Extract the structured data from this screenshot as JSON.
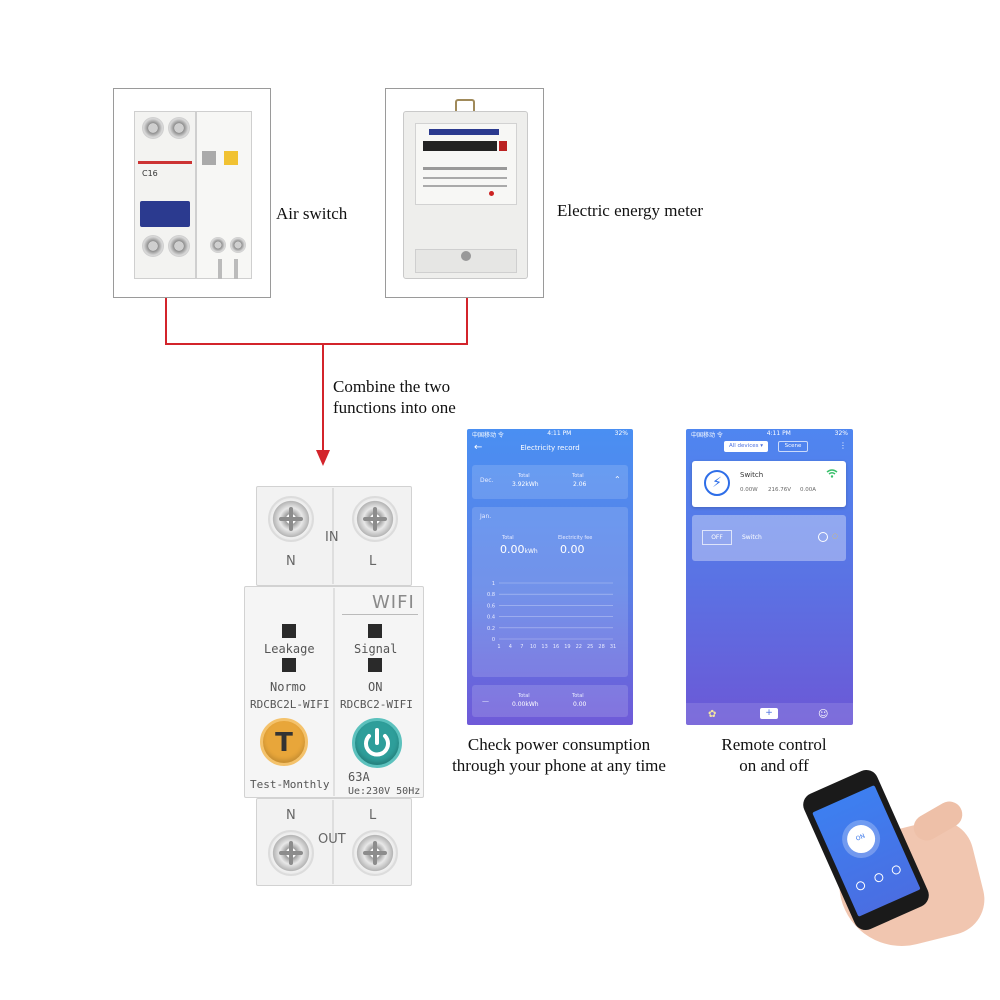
{
  "captions": {
    "air_switch": "Air switch",
    "meter": "Electric energy meter",
    "combine_line1": "Combine the two",
    "combine_line2": "functions into one",
    "consumption_line1": "Check power consumption",
    "consumption_line2": "through your phone at any time",
    "remote_line1": "Remote control",
    "remote_line2": "on and off"
  },
  "air_switch_device": {
    "rating": "C16"
  },
  "breaker": {
    "in_label": "IN",
    "out_label": "OUT",
    "n_label": "N",
    "l_label": "L",
    "wifi_label": "WIFI",
    "leakage_label": "Leakage",
    "signal_label": "Signal",
    "normo_label": "Normo",
    "on_label": "ON",
    "model_left": "RDCBC2L-WIFI",
    "model_right": "RDCBC2-WIFI",
    "test_button_letter": "T",
    "test_label": "Test-Monthly",
    "current_rating": "63A",
    "voltage_rating": "Ue:230V 50Hz"
  },
  "phone_record": {
    "status_left": "中国移动 令",
    "status_time": "4:11 PM",
    "status_right": "32%",
    "title": "Electricity record",
    "month_top": "Dec.",
    "total_label": "Total",
    "dec_kwh": "3.92kWh",
    "dec_cost": "2.06",
    "month_mid": "Jan.",
    "jan_total_label": "Total",
    "jan_fee_label": "Electricity fee",
    "jan_kwh": "0.00",
    "kwh_unit": "kWh",
    "jan_fee": "0.00",
    "bottom_kwh": "0.00kWh",
    "bottom_cost": "0.00",
    "y_ticks": [
      "1",
      "0.8",
      "0.6",
      "0.4",
      "0.2",
      "0"
    ],
    "x_ticks": [
      "1",
      "4",
      "7",
      "10",
      "13",
      "16",
      "19",
      "22",
      "25",
      "28",
      "31"
    ]
  },
  "phone_devices": {
    "status_left": "中国移动 令",
    "status_time": "4:11 PM",
    "status_right": "32%",
    "tab_all": "All devices",
    "tab_scene": "Scene",
    "device1_name": "Switch",
    "device1_power": "0.00W",
    "device1_voltage": "216.76V",
    "device1_current": "0.00A",
    "device2_state": "OFF",
    "device2_name": "Switch"
  },
  "hand_phone": {
    "button_label": "ON"
  },
  "colors": {
    "connector_red": "#d3242b",
    "app_blue_top": "#4a8ff2",
    "app_purple_bottom": "#6f5ad8",
    "test_button": "#e8a63a",
    "power_button": "#2e9e9a"
  },
  "icons": [
    "arrow-back-icon",
    "lightning-icon",
    "wifi-icon",
    "plus-icon",
    "user-icon",
    "home-icon",
    "chevron-up-icon"
  ]
}
